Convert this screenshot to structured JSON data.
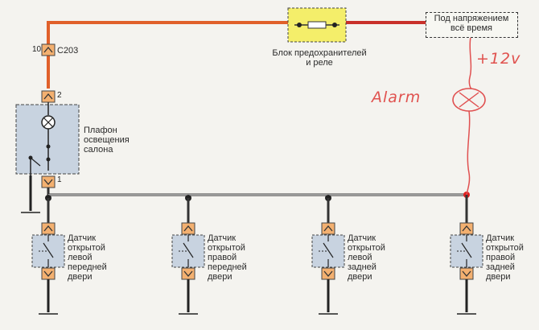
{
  "fuse_block": {
    "label": "Блок предохранителей\nи реле"
  },
  "power_source": {
    "label": "Под напряжением\nвсё время"
  },
  "connector": {
    "label": "C203",
    "pin_top": "10",
    "pin_lamp": "2",
    "pin_bottom": "1"
  },
  "dome_lamp": {
    "label": "Плафон\nосвещения\nсалона"
  },
  "alarm": {
    "label": "Alarm",
    "voltage": "+12v"
  },
  "sensors": [
    {
      "label": "Датчик\nоткрытой\nлевой\nпередней\nдвери"
    },
    {
      "label": "Датчик\nоткрытой\nправой\nпередней\nдвери"
    },
    {
      "label": "Датчик\nоткрытой\nлевой\nзадней\nдвери"
    },
    {
      "label": "Датчик\nоткрытой\nправой\nзадней\nдвери"
    }
  ],
  "colors": {
    "power_wire": "#e0602a",
    "added_wire": "#e05050",
    "module_fill": "#c8d3e0",
    "fuse_fill": "#f4ee6a",
    "connector_fill": "#f3b070"
  }
}
